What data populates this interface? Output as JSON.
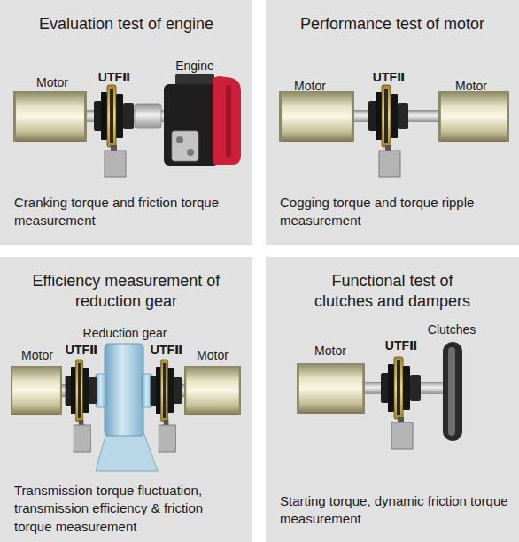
{
  "diagram": {
    "nodes": [
      {
        "text": [
          "Evaluation test of engine",
          "Cranking torque and friction torque measurement"
        ]
      },
      {
        "text": [
          "Performance test of motor",
          "Cogging torque and torque ripple measurement"
        ]
      },
      {
        "text": [
          "Efficiency measurement of reduction gear",
          "Transmission torque fluctuation, transmission efficiency & friction torque measurement"
        ]
      },
      {
        "text": [
          "Functional test of clutches and dampers",
          "Starting torque, dynamic friction torque measurement"
        ]
      }
    ],
    "labels": [
      "Motor",
      "UTFⅡ",
      "Engine",
      "Motor",
      "UTFⅡ",
      "Motor",
      "Reduction gear",
      "Motor",
      "UTFⅡ",
      "UTFⅡ",
      "Motor",
      "Clutches",
      "Motor",
      "UTFⅡ"
    ]
  }
}
